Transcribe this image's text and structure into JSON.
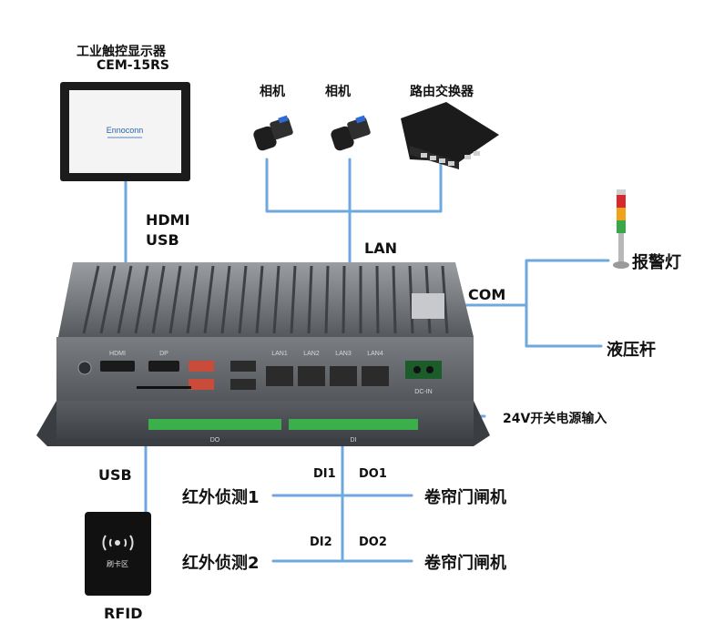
{
  "display": {
    "title_line1": "工业触控显示器",
    "title_line2": "CEM-15RS",
    "logo": "Ennoconn"
  },
  "cameras": [
    {
      "label": "相机"
    },
    {
      "label": "相机"
    }
  ],
  "router": {
    "label": "路由交换器"
  },
  "links": {
    "hdmi": "HDMI",
    "usb_top": "USB",
    "lan": "LAN",
    "com": "COM",
    "usb_left": "USB"
  },
  "alarm_light": {
    "label": "报警灯"
  },
  "hydraulic_rod": {
    "label": "液压杆"
  },
  "power": {
    "label": "24V开关电源输入",
    "connector_text": "DC-IN"
  },
  "io": {
    "di1": "DI1",
    "do1": "DO1",
    "di2": "DI2",
    "do2": "DO2",
    "sensor1": "红外侦测1",
    "sensor2": "红外侦测2",
    "gate1": "卷帘门闸机",
    "gate2": "卷帘门闸机",
    "block_left": "DO",
    "block_right": "DI"
  },
  "ports": {
    "hdmi": "HDMI",
    "dp": "DP",
    "lan1": "LAN1",
    "lan2": "LAN2",
    "lan3": "LAN3",
    "lan4": "LAN4"
  },
  "rfid": {
    "label": "RFID",
    "card_text": "刷卡区"
  },
  "colors": {
    "connector_line": "#6fa8dc",
    "chassis": "#6b6e73",
    "terminal": "#3bb04a"
  }
}
